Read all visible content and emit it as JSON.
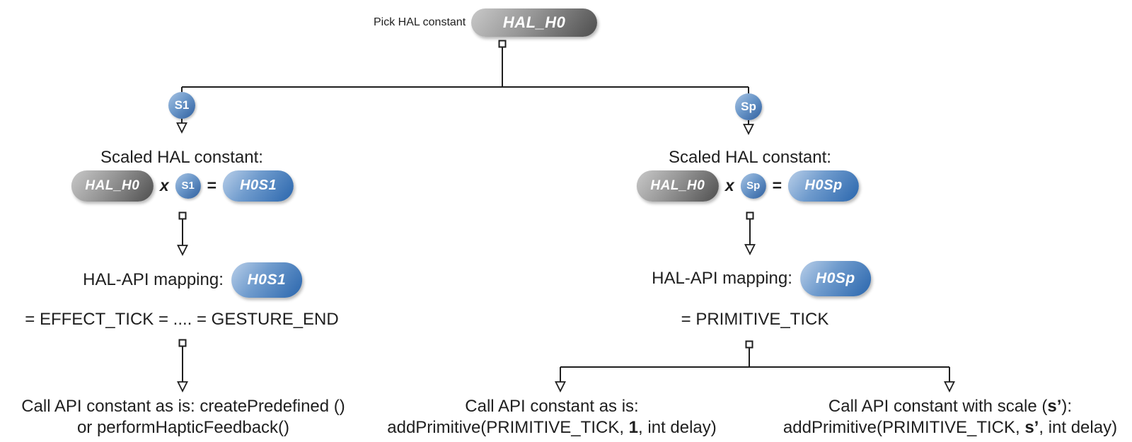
{
  "root": {
    "title_label": "Pick HAL constant",
    "title_pill": "HAL_H0"
  },
  "left": {
    "badge": "S1",
    "scaled_heading": "Scaled HAL constant:",
    "eq_hal": "HAL_H0",
    "eq_times": "x",
    "eq_scale": "S1",
    "eq_equals": "=",
    "eq_result": "H0S1",
    "mapping_label": "HAL-API mapping:",
    "mapping_pill": "H0S1",
    "mapping_equation": "= EFFECT_TICK = .... = GESTURE_END",
    "call_line1": "Call API constant as is: createPredefined ()",
    "call_line2": "or performHapticFeedback()"
  },
  "right": {
    "badge": "Sp",
    "scaled_heading": "Scaled HAL constant:",
    "eq_hal": "HAL_H0",
    "eq_times": "x",
    "eq_scale": "Sp",
    "eq_equals": "=",
    "eq_result": "H0Sp",
    "mapping_label": "HAL-API mapping:",
    "mapping_pill": "H0Sp",
    "mapping_equation": "= PRIMITIVE_TICK",
    "call_as_is": {
      "line1": "Call API constant as is:",
      "line2_parts": [
        "addPrimitive(PRIMITIVE_TICK, ",
        "1",
        ", int delay)"
      ]
    },
    "call_with_scale": {
      "line1_parts": [
        "Call API constant with scale (",
        "s’",
        "):"
      ],
      "line2_parts": [
        "addPrimitive(PRIMITIVE_TICK, ",
        "s’",
        ", int delay)"
      ]
    }
  },
  "colors": {
    "text": "#1f1f1f",
    "line": "#1f1f1f",
    "gray_pill_start": "#c9c9c9",
    "gray_pill_end": "#4e4e4e",
    "blue_pill_start": "#b9cfe9",
    "blue_pill_end": "#2a66ad",
    "scale_circle_start": "#aac5e4",
    "scale_circle_end": "#2f5f9e",
    "pill_text": "#ffffff"
  }
}
